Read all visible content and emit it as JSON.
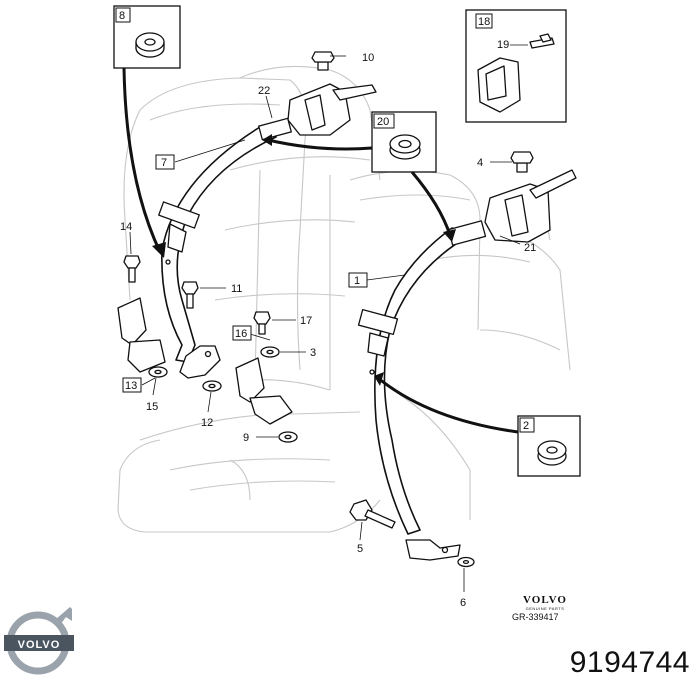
{
  "callouts": {
    "c8": "8",
    "c10": "10",
    "c18": "18",
    "c19": "19",
    "c22": "22",
    "c20": "20",
    "c7": "7",
    "c4": "4",
    "c14": "14",
    "c21": "21",
    "c1": "1",
    "c11": "11",
    "c17": "17",
    "c16": "16",
    "c3": "3",
    "c13": "13",
    "c15": "15",
    "c12": "12",
    "c9": "9",
    "c2": "2",
    "c5": "5",
    "c6": "6"
  },
  "footer": {
    "brand_text": "VOLVO",
    "brand_subtext": "GENUINE PARTS",
    "drawing_ref": "GR-339417",
    "logo_text": "VOLVO",
    "part_number": "9194744"
  },
  "colors": {
    "line": "#111111",
    "seat_outline": "#c7c7c7",
    "logo_steel": "#9aa3ab",
    "logo_band": "#4b5560"
  },
  "icons": [
    "volvo-iron-mark-logo"
  ]
}
